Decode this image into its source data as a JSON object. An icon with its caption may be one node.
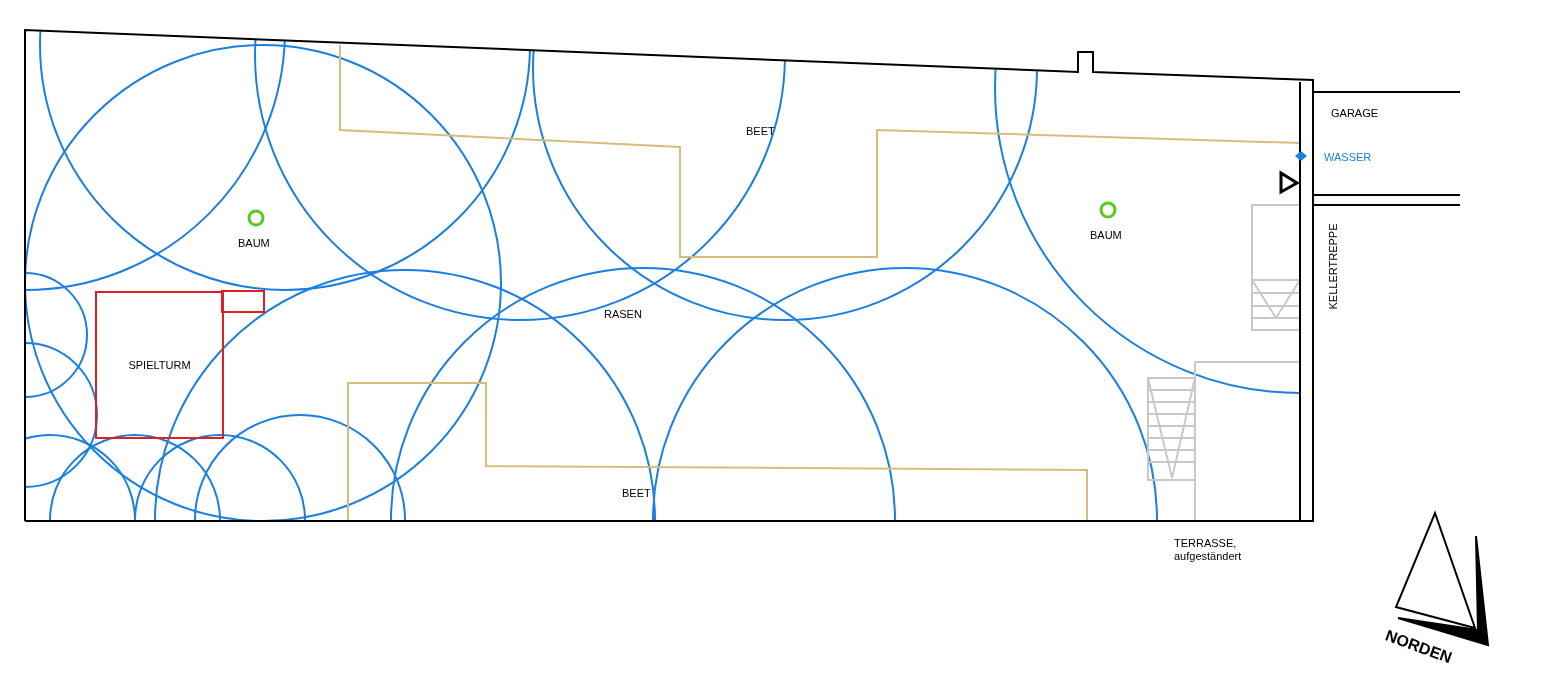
{
  "diagram": {
    "nodes": [
      {
        "text": [
          "SPIELTURM"
        ]
      }
    ],
    "labels": [
      "BEET",
      "BAUM",
      "BAUM",
      "RASEN",
      "BEET",
      "GARAGE",
      "WASSER",
      "KELLERTREPPE",
      "TERRASSE, aufgeständert",
      "NORDEN"
    ]
  }
}
